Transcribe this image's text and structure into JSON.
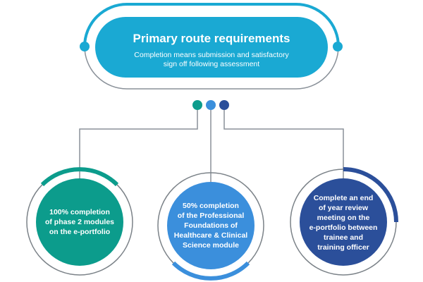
{
  "header": {
    "title": "Primary route requirements",
    "subtitle_line1": "Completion means submission and satisfactory",
    "subtitle_line2": "sign off following assessment"
  },
  "requirements": [
    {
      "lines": [
        "100% completion",
        "of phase 2 modules",
        "on the e-portfolio"
      ]
    },
    {
      "lines": [
        "50% completion",
        "of the Professional",
        "Foundations of",
        "Healthcare & Clinical",
        "Science module"
      ]
    },
    {
      "lines": [
        "Complete an end",
        "of year review",
        "meeting on the",
        "e-portfolio between",
        "trainee and",
        "training officer"
      ]
    }
  ],
  "colors": {
    "header_fill": "#1aa9d3",
    "header_outline": "#1aa9d3",
    "connector": "#8a9199",
    "teal": "#0c9c8c",
    "blue": "#3b8fdc",
    "navy": "#2b4f9a",
    "ring_grey": "#7b8288"
  }
}
